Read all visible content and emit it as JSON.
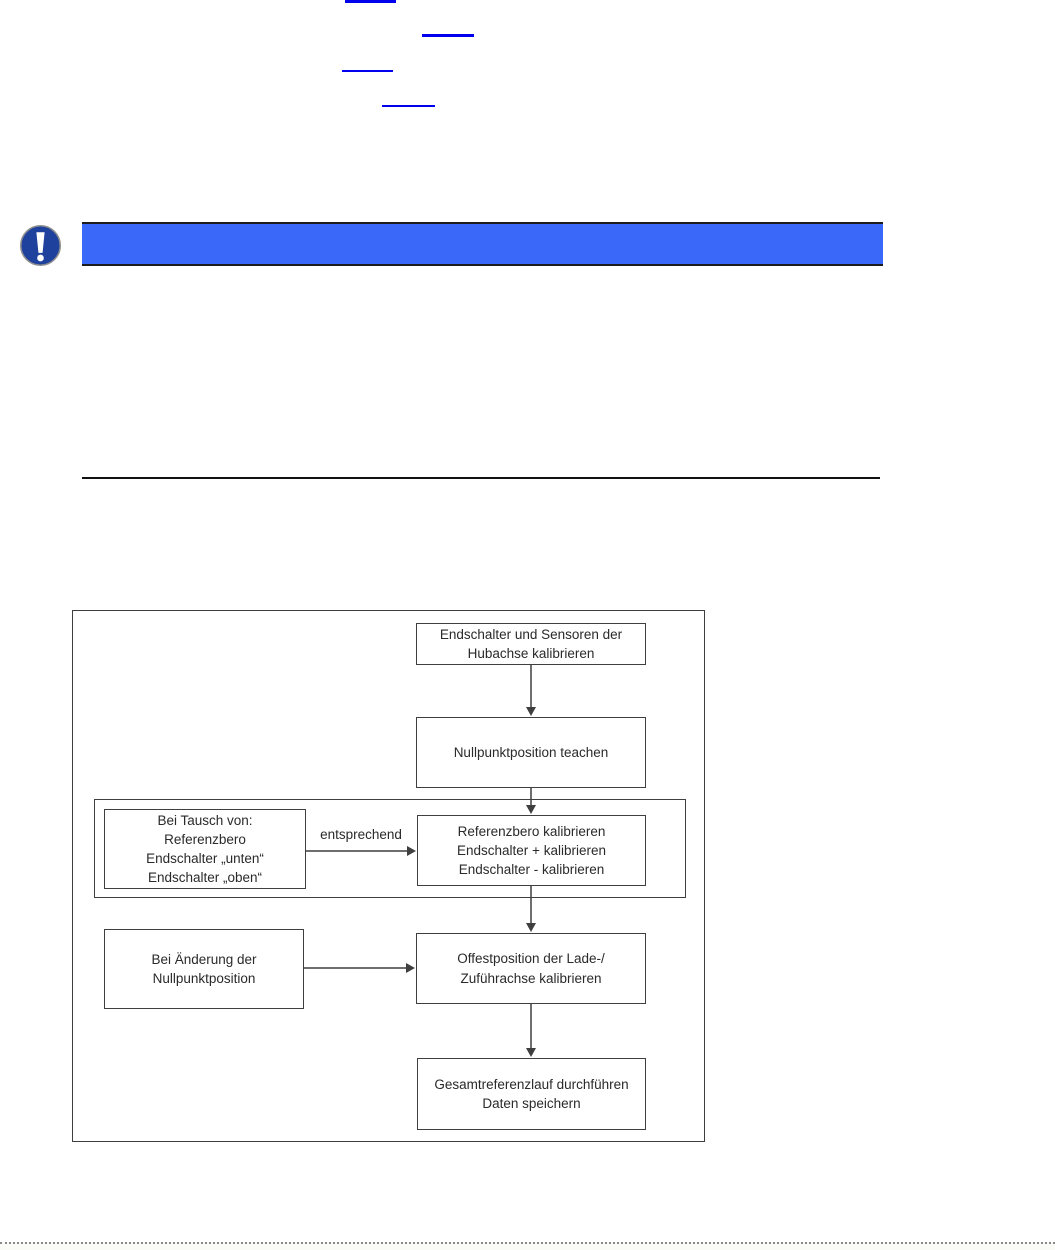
{
  "top_links": {
    "color": "#0000EE",
    "note_visible_text": ""
  },
  "notice": {
    "banner_text": "",
    "banner_color": "#3A68F8",
    "icon": "mandatory-exclamation-icon",
    "icon_color": "#1F419E"
  },
  "flowchart": {
    "arrow_label": "entsprechend",
    "nodes": {
      "step1": "Endschalter und Sensoren der\nHubachse kalibrieren",
      "step2": "Nullpunktposition teachen",
      "cond_replacement": "Bei Tausch von:\nReferenzbero\nEndschalter „unten“\nEndschalter „oben“",
      "step3": "Referenzbero kalibrieren\nEndschalter + kalibrieren\nEndschalter - kalibrieren",
      "cond_change": "Bei Änderung der\nNullpunktposition",
      "step4": "Offestposition der Lade-/\nZuführachse kalibrieren",
      "step5": "Gesamtreferenzlauf durchführen\nDaten speichern"
    }
  }
}
